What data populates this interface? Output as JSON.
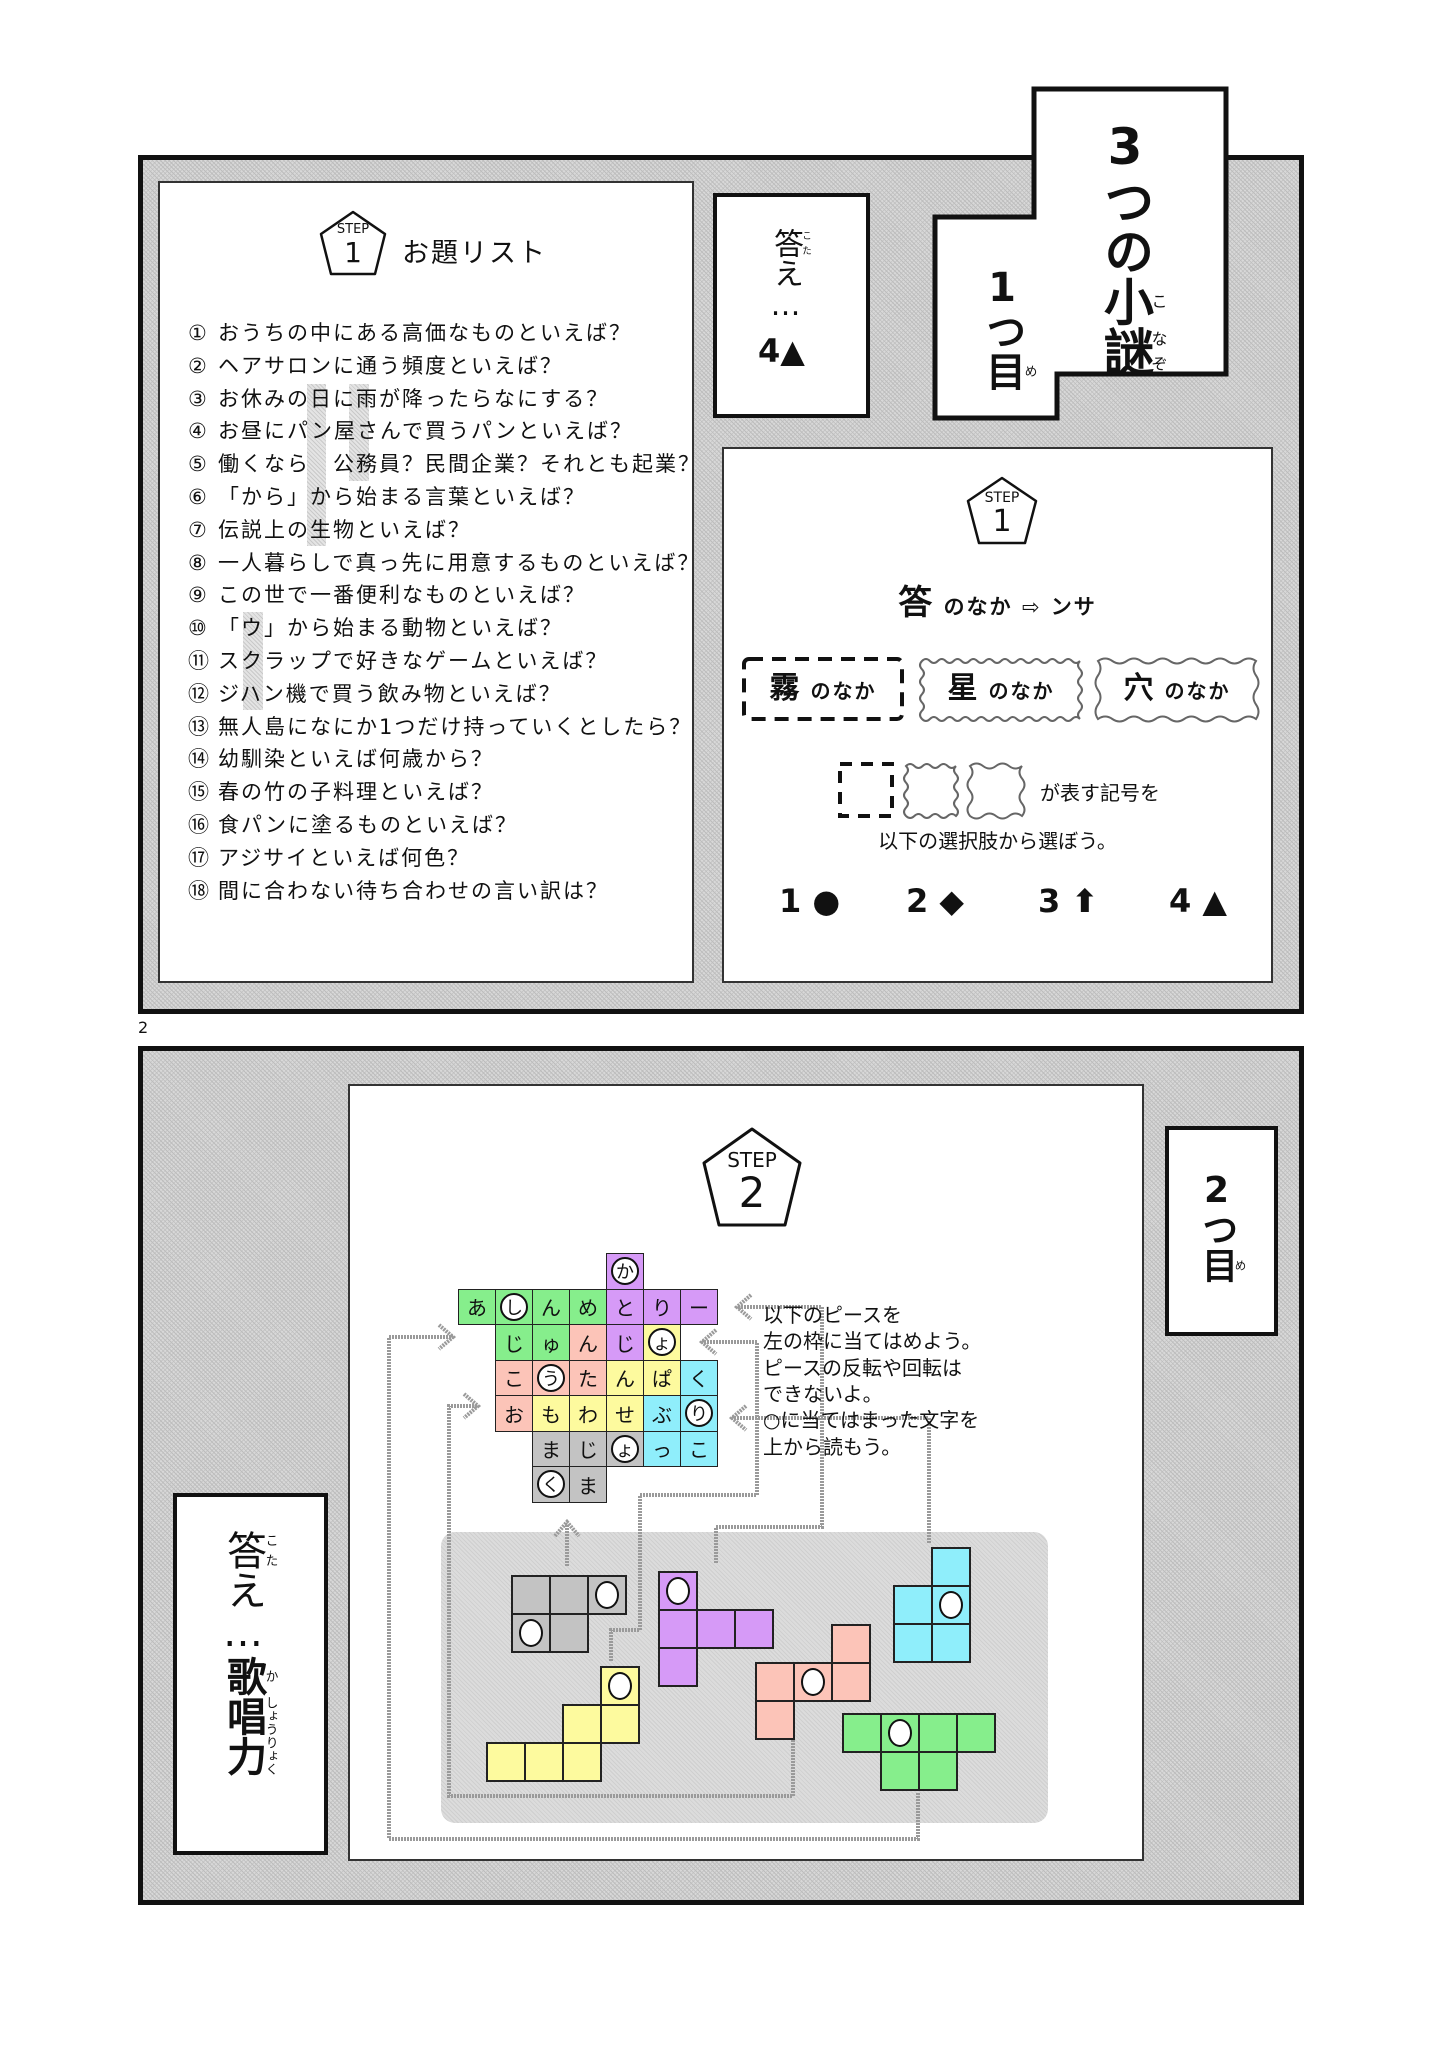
{
  "page_number": "2",
  "title": {
    "main": "3つの",
    "ko": "小",
    "ko_ruby": "こ",
    "nazo": "謎",
    "nazo_ruby": "なぞ",
    "sub": "1つ",
    "me": "目",
    "me_ruby": "め"
  },
  "answer1": {
    "kotae": "答",
    "kotae_ruby": "こた",
    "rest": "え…",
    "value": "4▲"
  },
  "list": {
    "step_label": "STEP",
    "step_num": "1",
    "heading": "お題リスト",
    "items": [
      {
        "num": "①",
        "text": "おうちの中にある高価なものといえば？"
      },
      {
        "num": "②",
        "text": "ヘアサロンに通う頻度といえば？"
      },
      {
        "num": "③",
        "text": "お休みの日に雨が降ったらなにする？"
      },
      {
        "num": "④",
        "text": "お昼にパン屋さんで買うパンといえば？"
      },
      {
        "num": "⑤",
        "text": "働くなら　公務員？民間企業？それとも起業？"
      },
      {
        "num": "⑥",
        "text": "「から」から始まる言葉といえば？"
      },
      {
        "num": "⑦",
        "text": "伝説上の生物といえば？"
      },
      {
        "num": "⑧",
        "text": "一人暮らしで真っ先に用意するものといえば？"
      },
      {
        "num": "⑨",
        "text": "この世で一番便利なものといえば？"
      },
      {
        "num": "⑩",
        "text": "「ウ」から始まる動物といえば？"
      },
      {
        "num": "⑪",
        "text": "スクラップで好きなゲームといえば？"
      },
      {
        "num": "⑫",
        "text": "ジハン機で買う飲み物といえば？"
      },
      {
        "num": "⑬",
        "text": "無人島になにか1つだけ持っていくとしたら？"
      },
      {
        "num": "⑭",
        "text": "幼馴染といえば何歳から？"
      },
      {
        "num": "⑮",
        "text": "春の竹の子料理といえば？"
      },
      {
        "num": "⑯",
        "text": "食パンに塗るものといえば？"
      },
      {
        "num": "⑰",
        "text": "アジサイといえば何色？"
      },
      {
        "num": "⑱",
        "text": "間に合わない待ち合わせの言い訳は？"
      }
    ]
  },
  "step1": {
    "step_label": "STEP",
    "step_num": "1",
    "example": {
      "kanji": "答",
      "nonaka": "のなか",
      "arrow": "⇨",
      "result": "ンサ"
    },
    "boxes": [
      {
        "kanji": "霧",
        "nonaka": "のなか",
        "style": "dashed"
      },
      {
        "kanji": "星",
        "nonaka": "のなか",
        "style": "wavy-small"
      },
      {
        "kanji": "穴",
        "nonaka": "のなか",
        "style": "wavy-large"
      }
    ],
    "question_line1": "が表す記号を",
    "question_line2": "以下の選択肢から選ぼう。",
    "choices": [
      {
        "num": "1",
        "symbol": "●"
      },
      {
        "num": "2",
        "symbol": "◆"
      },
      {
        "num": "3",
        "symbol": "⬆"
      },
      {
        "num": "4",
        "symbol": "▲"
      }
    ]
  },
  "step2": {
    "step_label": "STEP",
    "step_num": "2",
    "instructions": [
      "以下のピースを",
      "左の枠に当てはめよう。",
      "ピースの反転や回転は",
      "できないよ。",
      "○に当てはまった文字を",
      "上から読もう。"
    ],
    "grid": [
      {
        "r": 0,
        "c": 4,
        "ch": "か",
        "circled": true,
        "color": "purple"
      },
      {
        "r": 1,
        "c": 0,
        "ch": "あ",
        "circled": false,
        "color": "green"
      },
      {
        "r": 1,
        "c": 1,
        "ch": "し",
        "circled": true,
        "color": "green"
      },
      {
        "r": 1,
        "c": 2,
        "ch": "ん",
        "circled": false,
        "color": "green"
      },
      {
        "r": 1,
        "c": 3,
        "ch": "め",
        "circled": false,
        "color": "green"
      },
      {
        "r": 1,
        "c": 4,
        "ch": "と",
        "circled": false,
        "color": "purple"
      },
      {
        "r": 1,
        "c": 5,
        "ch": "り",
        "circled": false,
        "color": "purple"
      },
      {
        "r": 1,
        "c": 6,
        "ch": "ー",
        "circled": false,
        "color": "purple"
      },
      {
        "r": 2,
        "c": 1,
        "ch": "じ",
        "circled": false,
        "color": "green"
      },
      {
        "r": 2,
        "c": 2,
        "ch": "ゅ",
        "circled": false,
        "color": "green"
      },
      {
        "r": 2,
        "c": 3,
        "ch": "ん",
        "circled": false,
        "color": "pink"
      },
      {
        "r": 2,
        "c": 4,
        "ch": "じ",
        "circled": false,
        "color": "purple"
      },
      {
        "r": 2,
        "c": 5,
        "ch": "ょ",
        "circled": true,
        "color": "yellow"
      },
      {
        "r": 3,
        "c": 1,
        "ch": "こ",
        "circled": false,
        "color": "pink"
      },
      {
        "r": 3,
        "c": 2,
        "ch": "う",
        "circled": true,
        "color": "pink"
      },
      {
        "r": 3,
        "c": 3,
        "ch": "た",
        "circled": false,
        "color": "pink"
      },
      {
        "r": 3,
        "c": 4,
        "ch": "ん",
        "circled": false,
        "color": "yellow"
      },
      {
        "r": 3,
        "c": 5,
        "ch": "ぱ",
        "circled": false,
        "color": "yellow"
      },
      {
        "r": 3,
        "c": 6,
        "ch": "く",
        "circled": false,
        "color": "cyan"
      },
      {
        "r": 4,
        "c": 1,
        "ch": "お",
        "circled": false,
        "color": "pink"
      },
      {
        "r": 4,
        "c": 2,
        "ch": "も",
        "circled": false,
        "color": "yellow"
      },
      {
        "r": 4,
        "c": 3,
        "ch": "わ",
        "circled": false,
        "color": "yellow"
      },
      {
        "r": 4,
        "c": 4,
        "ch": "せ",
        "circled": false,
        "color": "yellow"
      },
      {
        "r": 4,
        "c": 5,
        "ch": "ぶ",
        "circled": false,
        "color": "cyan"
      },
      {
        "r": 4,
        "c": 6,
        "ch": "り",
        "circled": true,
        "color": "cyan"
      },
      {
        "r": 5,
        "c": 2,
        "ch": "ま",
        "circled": false,
        "color": "gray"
      },
      {
        "r": 5,
        "c": 3,
        "ch": "じ",
        "circled": false,
        "color": "gray"
      },
      {
        "r": 5,
        "c": 4,
        "ch": "ょ",
        "circled": true,
        "color": "gray"
      },
      {
        "r": 5,
        "c": 5,
        "ch": "っ",
        "circled": false,
        "color": "cyan"
      },
      {
        "r": 5,
        "c": 6,
        "ch": "こ",
        "circled": false,
        "color": "cyan"
      },
      {
        "r": 6,
        "c": 2,
        "ch": "く",
        "circled": true,
        "color": "gray"
      },
      {
        "r": 6,
        "c": 3,
        "ch": "ま",
        "circled": false,
        "color": "gray"
      }
    ],
    "pieces": [
      {
        "color": "gray",
        "cells": [
          [
            0,
            0
          ],
          [
            0,
            1
          ],
          [
            0,
            2
          ],
          [
            1,
            0
          ],
          [
            1,
            1
          ]
        ],
        "holes": [
          [
            0,
            2
          ],
          [
            1,
            0
          ]
        ]
      },
      {
        "color": "yellow",
        "cells": [
          [
            0,
            3
          ],
          [
            1,
            2
          ],
          [
            1,
            3
          ],
          [
            2,
            0
          ],
          [
            2,
            1
          ],
          [
            2,
            2
          ]
        ],
        "holes": [
          [
            0,
            3
          ]
        ]
      },
      {
        "color": "purple",
        "cells": [
          [
            0,
            0
          ],
          [
            1,
            0
          ],
          [
            1,
            1
          ],
          [
            1,
            2
          ],
          [
            2,
            0
          ]
        ],
        "holes": [
          [
            0,
            0
          ]
        ]
      },
      {
        "color": "pink",
        "cells": [
          [
            0,
            2
          ],
          [
            1,
            0
          ],
          [
            1,
            1
          ],
          [
            1,
            2
          ],
          [
            2,
            0
          ]
        ],
        "holes": [
          [
            1,
            1
          ]
        ]
      },
      {
        "color": "cyan",
        "cells": [
          [
            0,
            1
          ],
          [
            1,
            0
          ],
          [
            1,
            1
          ],
          [
            2,
            0
          ],
          [
            2,
            1
          ]
        ],
        "holes": [
          [
            1,
            1
          ]
        ]
      },
      {
        "color": "green",
        "cells": [
          [
            0,
            0
          ],
          [
            0,
            1
          ],
          [
            0,
            2
          ],
          [
            0,
            3
          ],
          [
            1,
            1
          ],
          [
            1,
            2
          ]
        ],
        "holes": [
          [
            0,
            1
          ]
        ]
      }
    ]
  },
  "answer2": {
    "kotae": "答",
    "kotae_ruby": "こた",
    "rest": "え…",
    "value_1": "歌",
    "value_1_ruby": "か",
    "value_2": "唱",
    "value_2_ruby": "しょう",
    "value_3": "力",
    "value_3_ruby": "りょく"
  },
  "sub2": {
    "text": "2つ",
    "me": "目",
    "me_ruby": "め"
  },
  "colors": {
    "green": "#86ee8c",
    "purple": "#d69af7",
    "pink": "#fcc4b8",
    "yellow": "#fdfa9e",
    "cyan": "#8feefb",
    "gray": "#c3c3c3"
  }
}
